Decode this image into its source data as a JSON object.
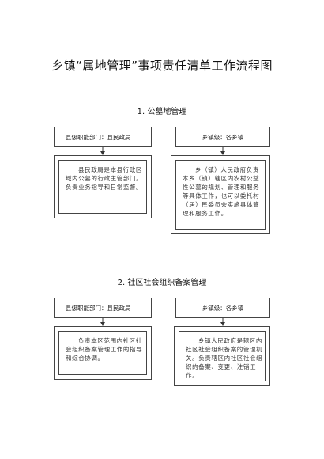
{
  "title": "乡镇“属地管理”事项责任清单工作流程图",
  "sections": [
    {
      "heading": "1. 公墓地管理",
      "left_header": "县级职能部门：县民政局",
      "right_header": "乡镇级：各乡镇",
      "left_detail": "县民政局是本县行政区域内公墓的行政主管部门。负责业务指导和日常监督。",
      "right_detail": "乡（镇）人民政府负责本乡（镇）辖区内农村公益性公墓的规划、管理和服务等具体工作，也可以委托村（居）民委员会实施具体管理和服务工作。"
    },
    {
      "heading": "2. 社区社会组织备案管理",
      "left_header": "县级职能部门：县民政局",
      "right_header": "乡镇级：各乡镇",
      "left_detail": "负责本区范围内社区社会组织备案管理工作的指导和综合协调。",
      "right_detail": "乡镇人民政府是辖区内社区社会组织备案的管理机关。负责辖区内社区社会组织的备案、变更、注销工作。"
    }
  ]
}
